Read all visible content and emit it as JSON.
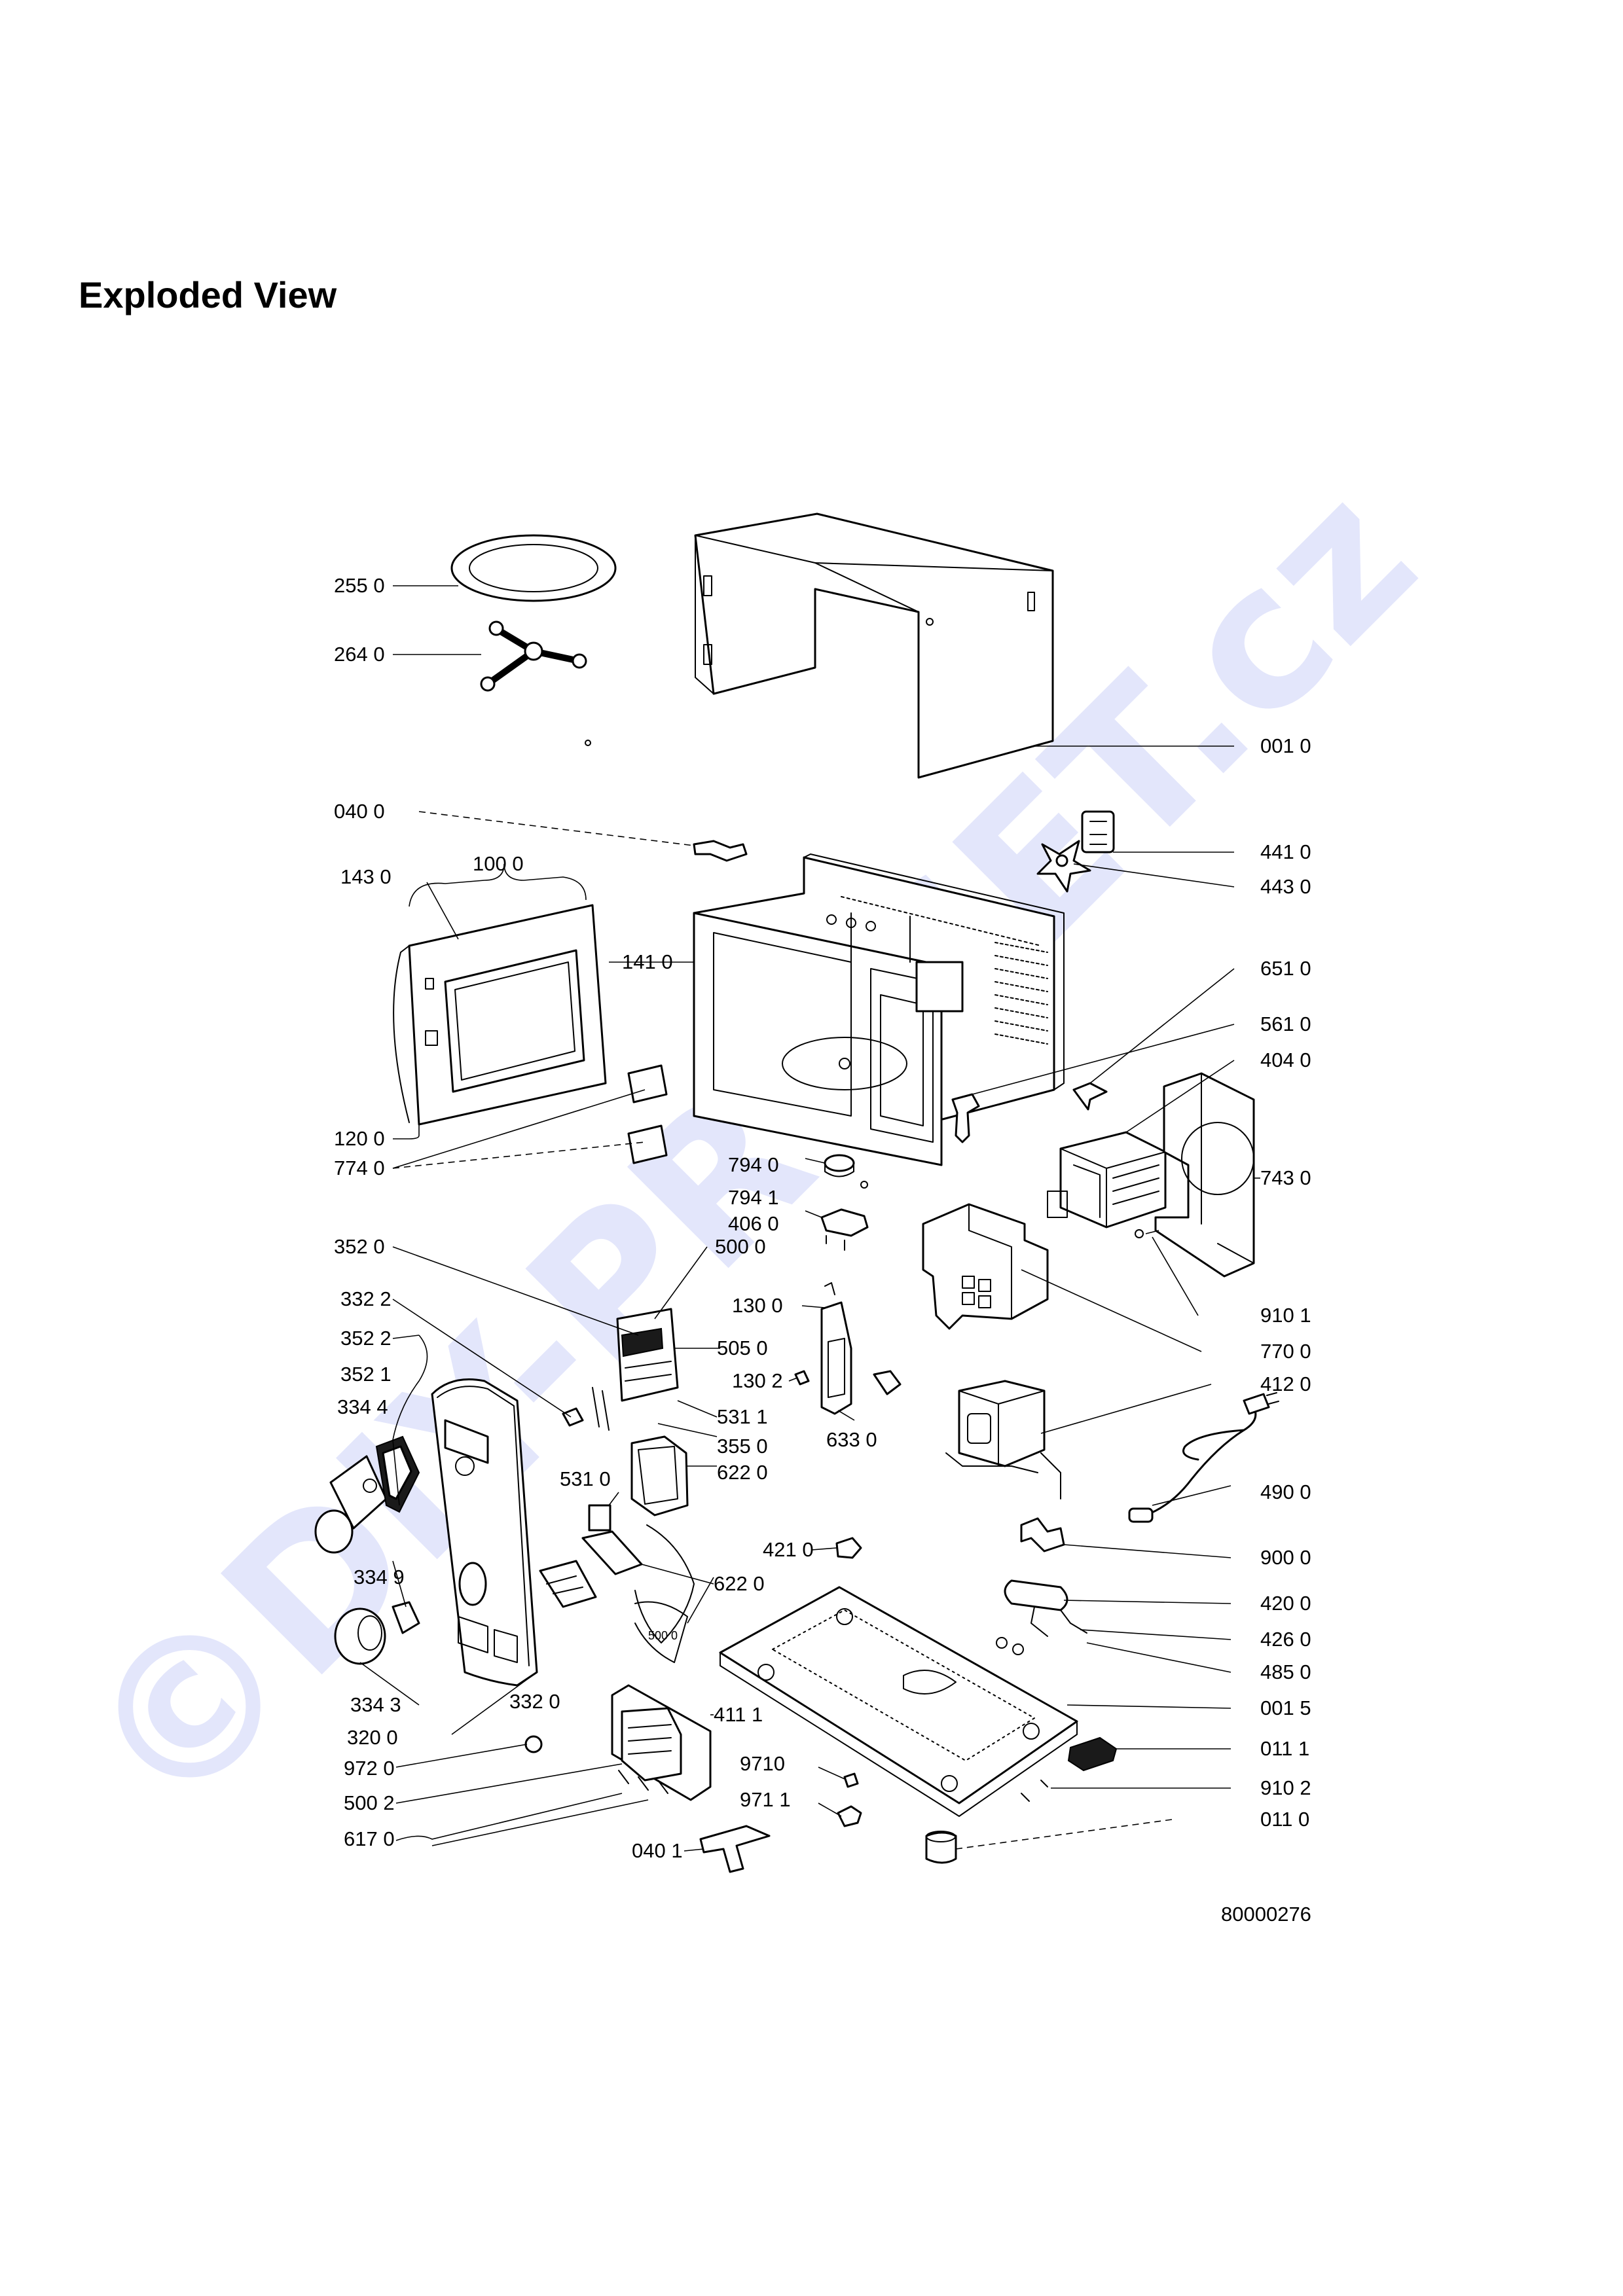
{
  "page": {
    "title": "Exploded View",
    "drawing_number": "80000276",
    "watermark": "©DIY-PROSET.cz"
  },
  "colors": {
    "ink": "#000000",
    "watermark": "#e3e6fb",
    "background": "#ffffff"
  },
  "part_labels": [
    "255 0",
    "264 0",
    "001 0",
    "040 0",
    "100 0",
    "143  0",
    "441 0",
    "443 0",
    "141 0",
    "651 0",
    "561 0",
    "404 0",
    "120 0",
    "774 0",
    "794 0",
    "794 1",
    "743 0",
    "406 0",
    "352 0",
    "500 0",
    "332 2",
    "352 2",
    "130 0",
    "910 1",
    "505 0",
    "352 1",
    "770 0",
    "130 2",
    "334 4",
    "412 0",
    "531 1",
    "633 0",
    "355 0",
    "622 0",
    "531 0",
    "490 0",
    "421 0",
    "900 0",
    "334 9",
    "622 0",
    "420 0",
    "500 0",
    "426 0",
    "485 0",
    "334 3",
    "332 0",
    "411 1",
    "001 5",
    "320 0",
    "011 1",
    "9710",
    "972 0",
    "910 2",
    "971 1",
    "500 2",
    "011 0",
    "617 0",
    "040 1"
  ]
}
